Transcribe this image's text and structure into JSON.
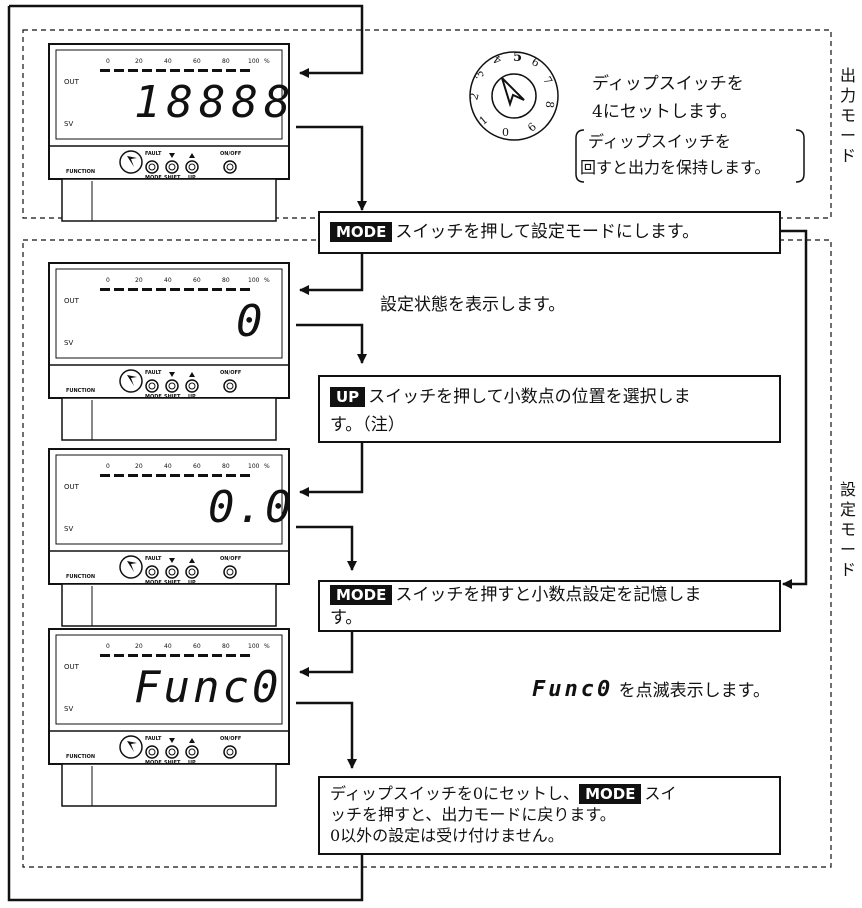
{
  "side_labels": {
    "output_mode": [
      "出",
      "力",
      "モ",
      "ー",
      "ド"
    ],
    "setting_mode": [
      "設",
      "定",
      "モ",
      "ー",
      "ド"
    ]
  },
  "device_labels": {
    "out": "OUT",
    "sv": "SV",
    "scale_ticks": [
      "0",
      "20",
      "40",
      "60",
      "80",
      "100",
      "%"
    ],
    "function": "FUNCTION",
    "button_labels": [
      "FAULT",
      "MODE",
      "SHIFT",
      "UP",
      "ON/OFF"
    ]
  },
  "displays": [
    "18888",
    "0",
    "0.0",
    "Func0"
  ],
  "dip_switch": {
    "numbers": [
      "0",
      "1",
      "2",
      "3",
      "4",
      "5",
      "6",
      "7",
      "8",
      "9"
    ],
    "line1": "ディップスイッチを",
    "line2": "4にセットします。",
    "note1": "ディップスイッチを",
    "note2": "回すと出力を保持します。"
  },
  "steps": {
    "step1": {
      "key": "MODE",
      "text": "スイッチを押して設定モードにします。"
    },
    "step2_text": "設定状態を表示します。",
    "step3": {
      "key": "UP",
      "text_line1": "スイッチを押して小数点の位置を選択しま",
      "text_line2": "す。（注）"
    },
    "step4": {
      "key": "MODE",
      "text_line1": "スイッチを押すと小数点設定を記憶しま",
      "text_line2": "す。"
    },
    "step5": {
      "word": "Func0",
      "text": "を点滅表示します。"
    },
    "step6": {
      "text_before": "ディップスイッチを0にセットし、",
      "key": "MODE",
      "text_after": "スイ",
      "line2": "ッチを押すと、出力モードに戻ります。",
      "line3": "0以外の設定は受け付けません。"
    }
  }
}
